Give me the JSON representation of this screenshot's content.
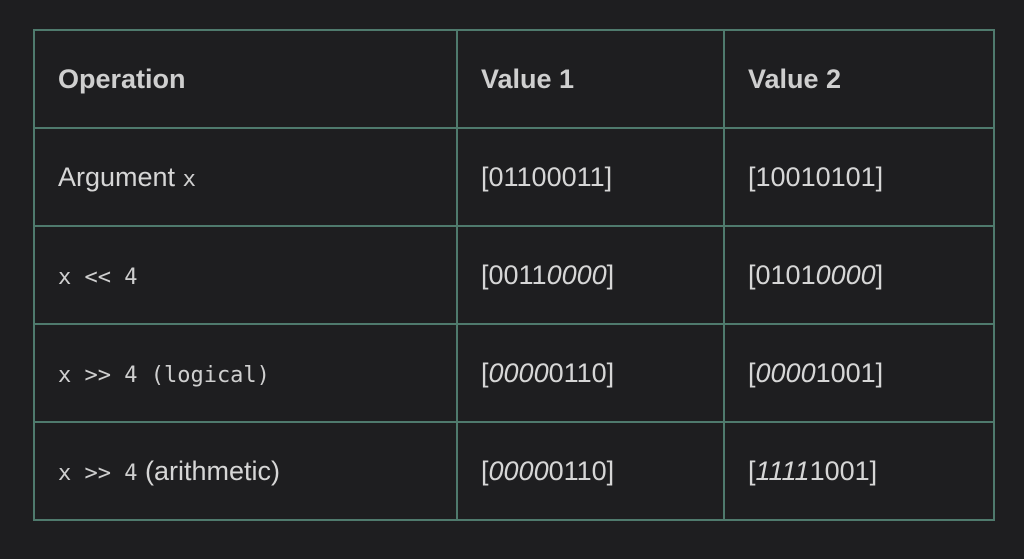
{
  "header": {
    "col1": "Operation",
    "col2": "Value 1",
    "col3": "Value 2"
  },
  "rows": [
    {
      "op_text": "Argument",
      "op_code": "x",
      "op_suffix": "",
      "v1": {
        "open": "[",
        "italic": "",
        "plain": "01100011",
        "plain_before": "",
        "close": "]"
      },
      "v2": {
        "open": "[",
        "italic": "",
        "plain": "10010101",
        "plain_before": "",
        "close": "]"
      }
    },
    {
      "op_text": "",
      "op_code": "x << 4",
      "op_suffix": "",
      "v1": {
        "open": "[",
        "plain_before": "0011",
        "italic": "0000",
        "plain": "",
        "close": "]"
      },
      "v2": {
        "open": "[",
        "plain_before": "0101",
        "italic": "0000",
        "plain": "",
        "close": "]"
      }
    },
    {
      "op_text": "",
      "op_code": "x >> 4 (logical)",
      "op_suffix": "",
      "v1": {
        "open": "[",
        "plain_before": "",
        "italic": "0000",
        "plain": "0110",
        "close": "]"
      },
      "v2": {
        "open": "[",
        "plain_before": "",
        "italic": "0000",
        "plain": "1001",
        "close": "]"
      }
    },
    {
      "op_text": "",
      "op_code": "x >> 4",
      "op_suffix": "(arithmetic)",
      "v1": {
        "open": "[",
        "plain_before": "",
        "italic": "0000",
        "plain": "0110",
        "close": "]"
      },
      "v2": {
        "open": "[",
        "plain_before": "",
        "italic": "1111",
        "plain": "1001",
        "close": "]"
      }
    }
  ]
}
